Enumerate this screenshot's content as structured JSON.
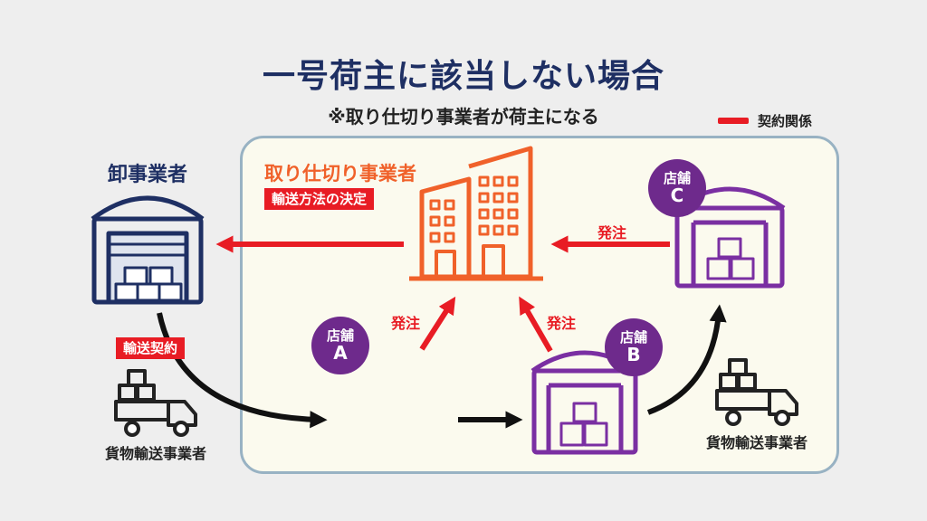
{
  "title": "一号荷主に該当しない場合",
  "subtitle": "※取り仕切り事業者が荷主になる",
  "legend": {
    "label": "契約関係",
    "color": "#e81c24"
  },
  "wholesaler": {
    "label": "卸事業者"
  },
  "trader": {
    "label": "取り仕切り事業者",
    "badge": "輸送方法の決定"
  },
  "contract_badge": "輸送契約",
  "stores": [
    {
      "name": "店舗",
      "letter": "A"
    },
    {
      "name": "店舗",
      "letter": "B"
    },
    {
      "name": "店舗",
      "letter": "C"
    }
  ],
  "order_label": "発注",
  "carrier_label": "貨物輸送事業者",
  "colors": {
    "navy": "#1e2f63",
    "orange": "#f0612a",
    "purple": "#7a2fa2",
    "red": "#e81c24"
  }
}
